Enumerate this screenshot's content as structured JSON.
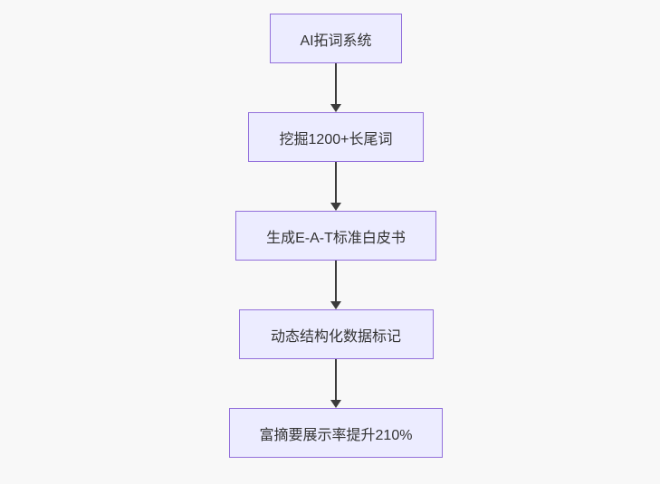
{
  "canvas": {
    "background": "#f8f8f8"
  },
  "flowchart": {
    "type": "vertical-flow",
    "direction": "top-down",
    "nodes": [
      {
        "id": "n1",
        "label": "AI拓词系统"
      },
      {
        "id": "n2",
        "label": "挖掘1200+长尾词"
      },
      {
        "id": "n3",
        "label": "生成E-A-T标准白皮书"
      },
      {
        "id": "n4",
        "label": "动态结构化数据标记"
      },
      {
        "id": "n5",
        "label": "富摘要展示率提升210%"
      }
    ],
    "edges": [
      {
        "from": "n1",
        "to": "n2",
        "arrow": "down"
      },
      {
        "from": "n2",
        "to": "n3",
        "arrow": "down"
      },
      {
        "from": "n3",
        "to": "n4",
        "arrow": "down"
      },
      {
        "from": "n4",
        "to": "n5",
        "arrow": "down"
      }
    ],
    "style": {
      "node_fill": "#ECECFF",
      "node_border": "#9370DB",
      "edge_color": "#3b3b3b",
      "text_color": "#333333"
    }
  }
}
